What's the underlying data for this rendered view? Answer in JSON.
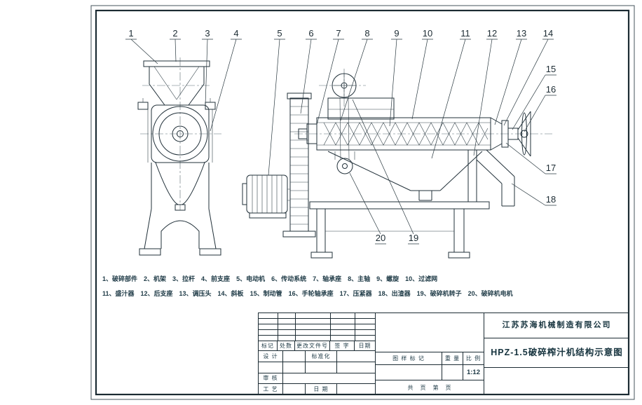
{
  "sheet": {
    "company": "江苏苏海机械制造有限公司",
    "drawing_title": "HPZ-1.5破碎榨汁机结构示意图"
  },
  "callouts": [
    "1",
    "2",
    "3",
    "4",
    "5",
    "6",
    "7",
    "8",
    "9",
    "10",
    "11",
    "12",
    "13",
    "14",
    "15",
    "16",
    "17",
    "18",
    "19",
    "20"
  ],
  "parts_legend": {
    "line1": [
      "1、破碎部件",
      "2、机架",
      "3、拉杆",
      "4、前支座",
      "5、电动机",
      "6、传动系统",
      "7、轴承座",
      "8、主轴",
      "9、螺旋",
      "10、过滤网"
    ],
    "line2": [
      "11、盛汁器",
      "12、后支座",
      "13、调压头",
      "14、斜板",
      "15、制动管",
      "16、手轮轴承座",
      "17、压紧器",
      "18、出渣器",
      "19、破碎机转子",
      "20、破碎机电机"
    ]
  },
  "title_block": {
    "rev_row": [
      "标记",
      "处数",
      "更改文件号",
      "签 字",
      "日期"
    ],
    "design_label": "设 计",
    "standard_label": "标准化",
    "check_label": "审 核",
    "process_label": "工 艺",
    "date_label": "日 期",
    "stamp_label": "图 样 标 记",
    "weight_label": "重 量",
    "scale_label": "比 例",
    "scale_value": "1:12",
    "pages_label": "共　页　第　页"
  }
}
